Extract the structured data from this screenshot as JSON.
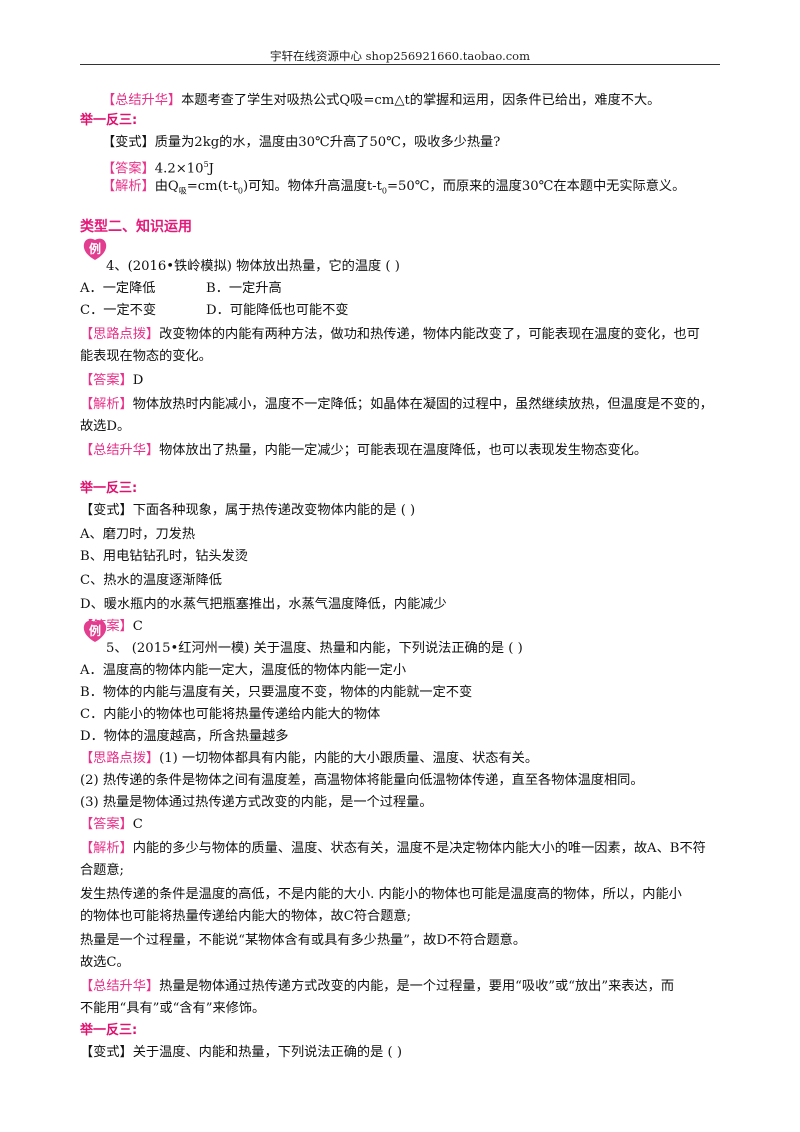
{
  "header": {
    "text": "宇轩在线资源中心   shop256921660.taobao.com"
  },
  "tags": {
    "summary": "【总结升华】",
    "answer": "【答案】",
    "analysis": "【解析】",
    "hint": "【思路点拨】",
    "variant": "【变式】",
    "example_glyph": "例"
  },
  "blocks": {
    "summary1": "本题考查了学生对吸热公式Q吸=cm△t的掌握和运用，因条件已给出，难度不大。",
    "jyfs1": "举一反三:",
    "variant1": "质量为2kg的水，温度由30℃升高了50℃，吸收多少热量?",
    "answer1_pre": "4.2×10",
    "answer1_sup": "5",
    "answer1_post": "J",
    "analysis1_a": "由Q",
    "analysis1_sub": "吸",
    "analysis1_b": "=cm(t-t",
    "analysis1_sub2": "0",
    "analysis1_c": ")可知。物体升高温度t-t",
    "analysis1_sub3": "0",
    "analysis1_d": "=50℃，而原来的温度30℃在本题中无实际意义。",
    "section2": "类型二、知识运用",
    "q4": "4、(2016•铁岭模拟) 物体放出热量，它的温度 (      )",
    "q4_a": "A．一定降低",
    "q4_b": "B．一定升高",
    "q4_c": "C．一定不变",
    "q4_d": "D．可能降低也可能不变",
    "q4_hint1": "改变物体的内能有两种方法，做功和热传递，物体内能改变了，可能表现在温度的变化，也可",
    "q4_hint2": "能表现在物态的变化。",
    "q4_answer": "D",
    "q4_analysis1": "物体放热时内能减小，温度不一定降低；如晶体在凝固的过程中，虽然继续放热，但温度是不变的，",
    "q4_analysis2": "故选D。",
    "q4_summary": "物体放出了热量，内能一定减少；可能表现在温度降低，也可以表现发生物态变化。",
    "jyfs2": "举一反三:",
    "v2_q": "下面各种现象，属于热传递改变物体内能的是 (      )",
    "v2_a": "A、磨刀时，刀发热",
    "v2_b": "B、用电钻钻孔时，钻头发烫",
    "v2_c": "C、热水的温度逐渐降低",
    "v2_d": "D、暖水瓶内的水蒸气把瓶塞推出，水蒸气温度降低，内能减少",
    "v2_answer": "C",
    "q5": "5、 (2015•红河州一模) 关于温度、热量和内能，下列说法正确的是 (      )",
    "q5_a": "A．温度高的物体内能一定大，温度低的物体内能一定小",
    "q5_b": "B．物体的内能与温度有关，只要温度不变，物体的内能就一定不变",
    "q5_c": "C．内能小的物体也可能将热量传递给内能大的物体",
    "q5_d": "D．物体的温度越高，所含热量越多",
    "q5_hint1": "(1) 一切物体都具有内能，内能的大小跟质量、温度、状态有关。",
    "q5_hint2": "(2) 热传递的条件是物体之间有温度差，高温物体将能量向低温物体传递，直至各物体温度相同。",
    "q5_hint3": "(3) 热量是物体通过热传递方式改变的内能，是一个过程量。",
    "q5_answer": "C",
    "q5_an1": "内能的多少与物体的质量、温度、状态有关，温度不是决定物体内能大小的唯一因素，故A、B不符",
    "q5_an2": "合题意;",
    "q5_an3": "发生热传递的条件是温度的高低，不是内能的大小. 内能小的物体也可能是温度高的物体，所以，内能小",
    "q5_an4": "的物体也可能将热量传递给内能大的物体，故C符合题意;",
    "q5_an5": "热量是一个过程量，不能说“某物体含有或具有多少热量”，故D不符合题意。",
    "q5_an6": "故选C。",
    "q5_sum1": "热量是物体通过热传递方式改变的内能，是一个过程量，要用“吸收”或“放出”来表达，而",
    "q5_sum2": "不能用“具有”或“含有”来修饰。",
    "jyfs3": "举一反三:",
    "v3_q": "关于温度、内能和热量，下列说法正确的是 (      )"
  },
  "colors": {
    "tag": "#e8318a",
    "badge": "#e23d8e"
  }
}
